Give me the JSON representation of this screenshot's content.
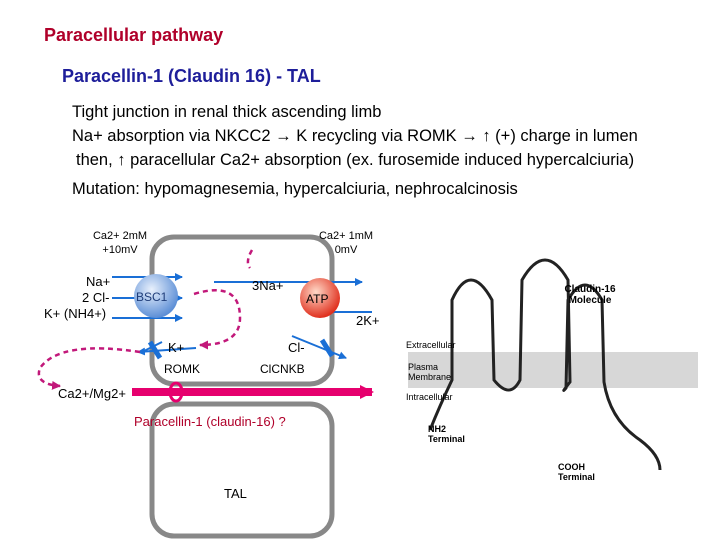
{
  "title": "Paracellular pathway",
  "subtitle": "Paracellin-1 (Claudin 16) - TAL",
  "lines": {
    "l1": "Tight junction in renal thick ascending limb",
    "l2": "Na+ absorption via NKCC2 → K recycling via ROMK → ↑ (+) charge in lumen",
    "l3": "then, ↑ paracellular Ca2+ absorption (ex. furosemide induced hypercalciuria)",
    "l4": "Mutation: hypomagnesemia, hypercalciuria, nephrocalcinosis"
  },
  "diagram": {
    "lumen_top": "Ca2+ 2mM",
    "lumen_bottom": "+10mV",
    "blood_top": "Ca2+ 1mM",
    "blood_bottom": "0mV",
    "na": "Na+",
    "cl2": "2 Cl-",
    "k_nh4": "K+ (NH4+)",
    "bsc1": "BSC1",
    "three_na": "3Na+",
    "atp": "ATP",
    "two_k": "2K+",
    "k_ion": "K+",
    "cl_ion": "Cl-",
    "romk": "ROMK",
    "clcnkb": "ClCNKB",
    "ca_mg": "Ca2+/Mg2+",
    "paracellin": "Paracellin-1 (claudin-16) ?",
    "tal": "TAL"
  },
  "membrane_figure": {
    "molecule_label": "Claudin-16 Molecule",
    "extracellular": "Extracellular",
    "plasma_membrane": "Plasma Membrane",
    "intracellular": "Intracellular",
    "nh2_terminal": "NH2 Terminal",
    "cooh_terminal": "COOH Terminal"
  },
  "colors": {
    "title": "#b0002a",
    "subtitle": "#1e1e9a",
    "transport_arrow": "#1a6fd6",
    "recycle_arrow": "#c2187a",
    "paracellular_arrow": "#e6006e",
    "cell_border": "#888888",
    "bsc1_fill": "#7aa7e0",
    "atp_fill": "#e8392a"
  }
}
